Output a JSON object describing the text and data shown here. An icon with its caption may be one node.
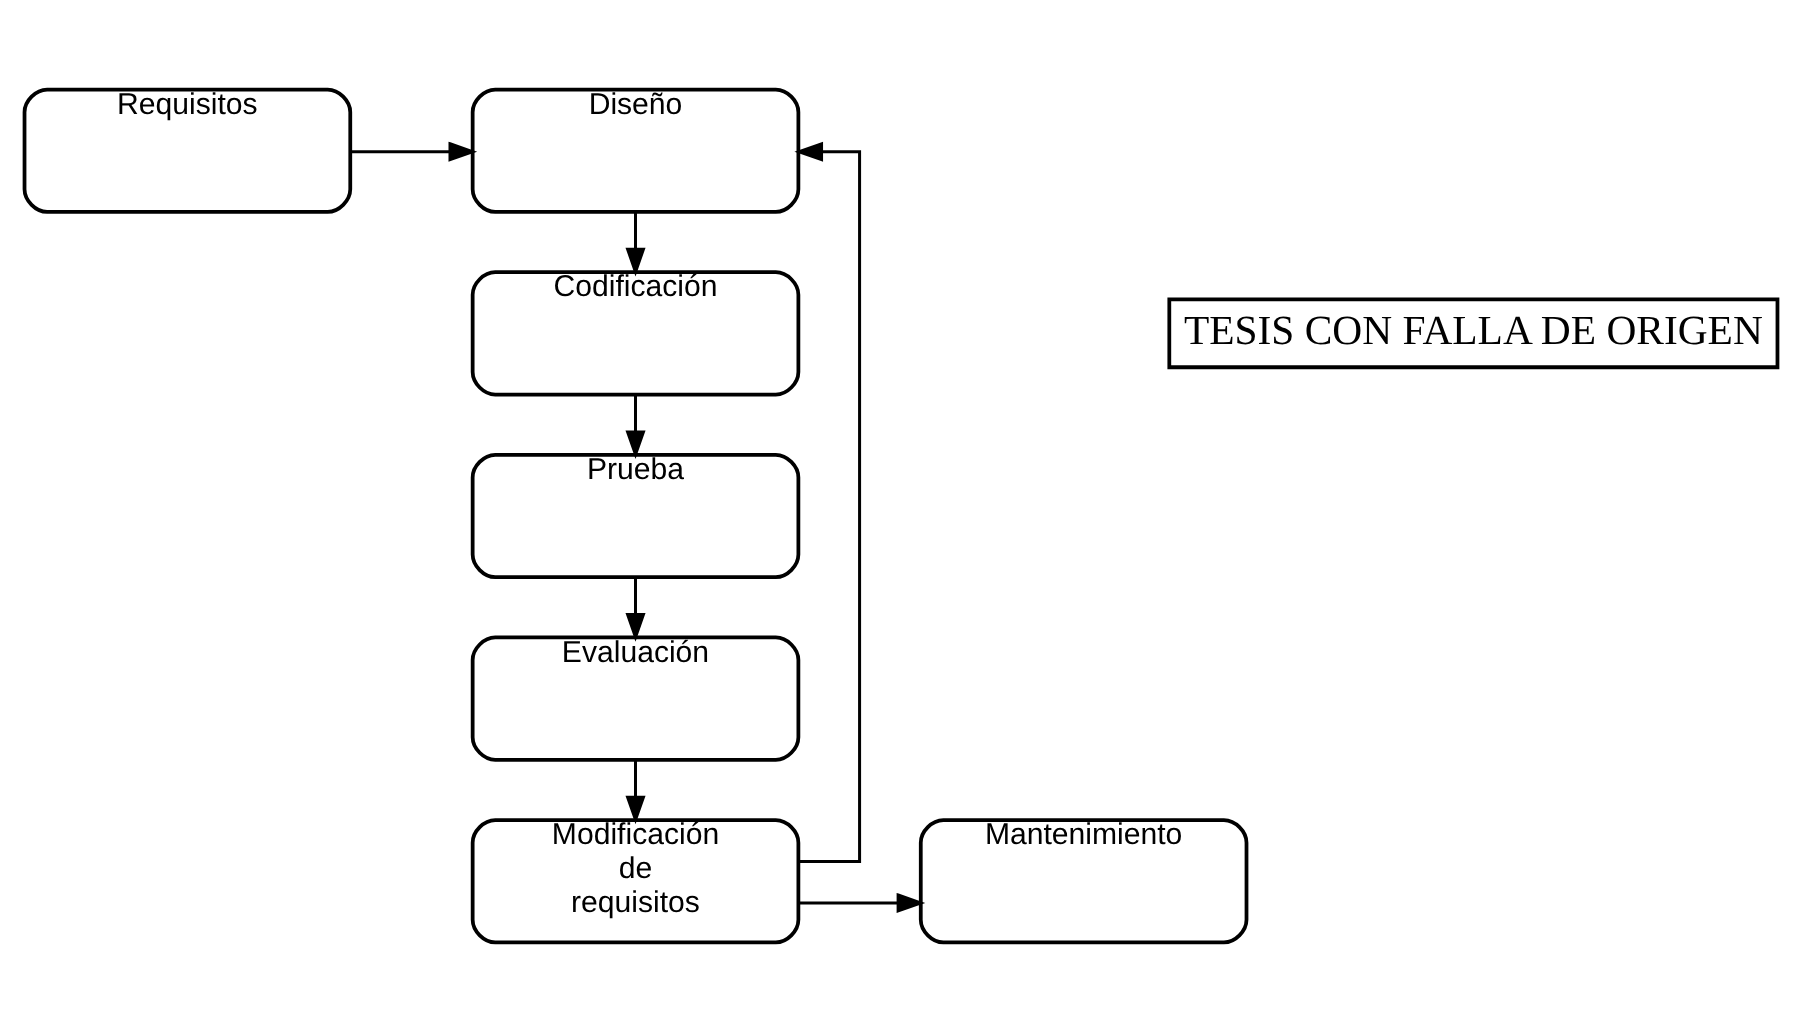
{
  "diagram": {
    "nodes": [
      {
        "text": [
          "Requisitos"
        ]
      },
      {
        "text": [
          "Diseño"
        ]
      },
      {
        "text": [
          "Codificación"
        ]
      },
      {
        "text": [
          "Prueba"
        ]
      },
      {
        "text": [
          "Evaluación"
        ]
      },
      {
        "text": [
          "Modificación de requisitos"
        ]
      },
      {
        "text": [
          "Mantenimiento"
        ]
      },
      {
        "text": [
          "TESIS CON FALLA DE ORIGEN"
        ]
      }
    ],
    "edges": [
      {
        "from": 0,
        "to": 1,
        "arrow": "to"
      },
      {
        "from": 1,
        "to": 2,
        "arrow": "to"
      },
      {
        "from": 2,
        "to": 3,
        "arrow": "to"
      },
      {
        "from": 3,
        "to": 4,
        "arrow": "to"
      },
      {
        "from": 4,
        "to": 5,
        "arrow": "to"
      },
      {
        "from": 5,
        "to": 1,
        "arrow": "to"
      },
      {
        "from": 5,
        "to": 6,
        "arrow": "to"
      }
    ]
  }
}
